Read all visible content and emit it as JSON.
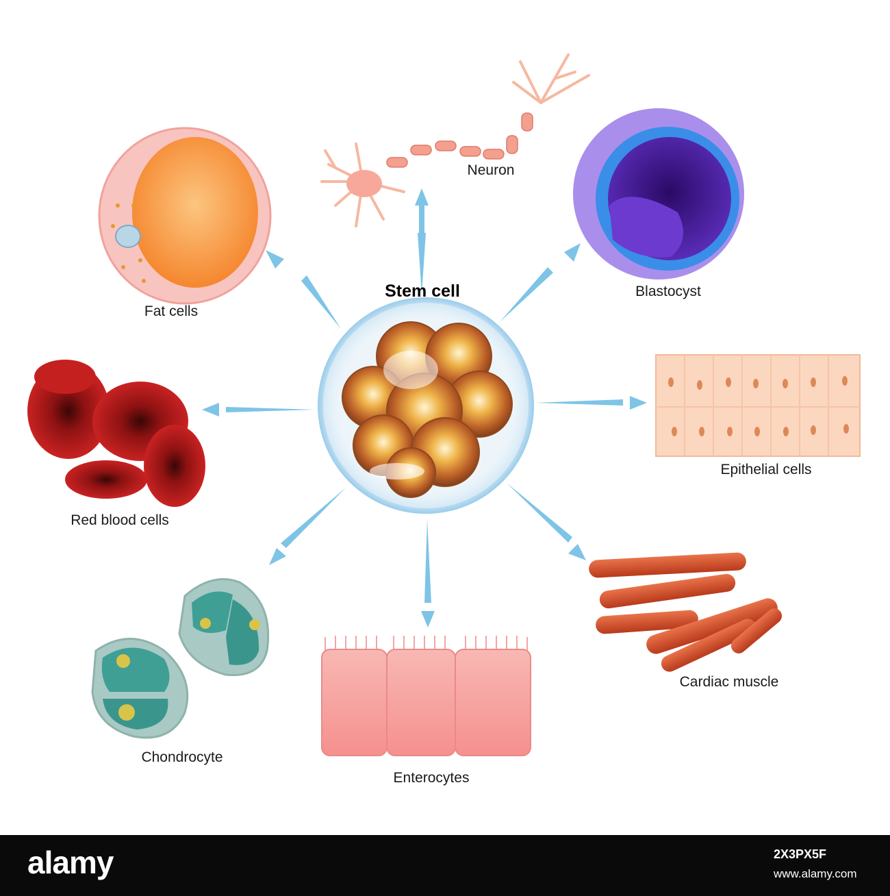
{
  "diagram": {
    "center_title": "Stem cell",
    "cells": [
      {
        "id": "fat",
        "label": "Fat cells"
      },
      {
        "id": "neuron",
        "label": "Neuron"
      },
      {
        "id": "blastocyst",
        "label": "Blastocyst"
      },
      {
        "id": "rbc",
        "label": "Red blood cells"
      },
      {
        "id": "epithelial",
        "label": "Epithelial cells"
      },
      {
        "id": "chondrocyte",
        "label": "Chondrocyte"
      },
      {
        "id": "enterocytes",
        "label": "Enterocytes"
      },
      {
        "id": "cardiac",
        "label": "Cardiac muscle"
      }
    ],
    "colors": {
      "arrow": "#7ec4e6",
      "fat": "#f79a4a",
      "blastocyst": "#5b2bb0",
      "rbc": "#b01a1a",
      "epithelial": "#fbd0b4",
      "cardiac": "#d9502b",
      "chondrocyte": "#3fa39a",
      "enterocytes": "#f6a0a0"
    }
  },
  "footer": {
    "brand": "alamy",
    "image_id": "2X3PX5F",
    "site": "www.alamy.com"
  }
}
